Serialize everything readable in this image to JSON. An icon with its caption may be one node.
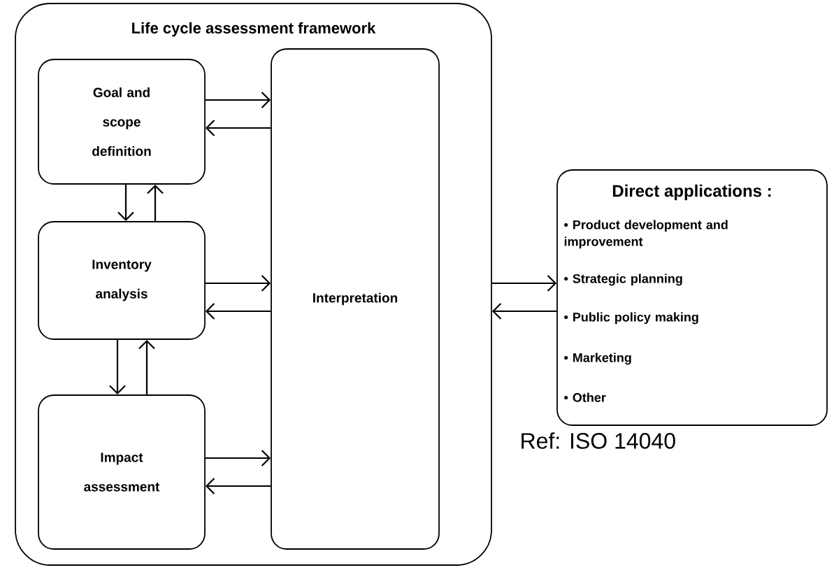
{
  "diagram": {
    "nodes": [
      {
        "text": [
          "Life cycle assessment framework"
        ]
      },
      {
        "text": [
          "Goal and scope definition"
        ],
        "in": 0
      },
      {
        "text": [
          "Inventory analysis"
        ],
        "in": 0
      },
      {
        "text": [
          "Impact assessment"
        ],
        "in": 0
      },
      {
        "text": [
          "Interpretation"
        ],
        "in": 0
      },
      {
        "text": [
          "Direct applications :",
          "• Product development and improvement",
          "• Strategic planning",
          "• Public policy making",
          "• Marketing",
          "• Other"
        ]
      }
    ],
    "edges": [
      {
        "from": 1,
        "to": 4,
        "arrow": "to"
      },
      {
        "from": 4,
        "to": 1,
        "arrow": "to"
      },
      {
        "from": 2,
        "to": 4,
        "arrow": "to"
      },
      {
        "from": 4,
        "to": 2,
        "arrow": "to"
      },
      {
        "from": 3,
        "to": 4,
        "arrow": "to"
      },
      {
        "from": 4,
        "to": 3,
        "arrow": "to"
      },
      {
        "from": 1,
        "to": 2,
        "arrow": "to"
      },
      {
        "from": 2,
        "to": 1,
        "arrow": "to"
      },
      {
        "from": 2,
        "to": 3,
        "arrow": "to"
      },
      {
        "from": 3,
        "to": 2,
        "arrow": "to"
      },
      {
        "from": 0,
        "to": 5,
        "arrow": "to"
      },
      {
        "from": 5,
        "to": 0,
        "arrow": "to"
      }
    ],
    "labels": [
      "Ref: ISO 14040"
    ]
  }
}
